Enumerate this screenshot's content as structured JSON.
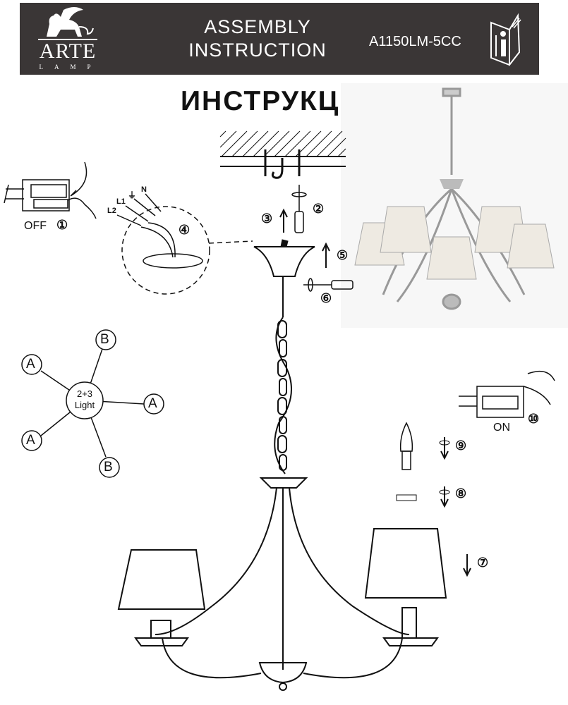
{
  "header": {
    "brand": "ARTE",
    "brand_sub": "LAMP",
    "title_line1": "ASSEMBLY",
    "title_line2": "INSTRUCTION",
    "model": "A1150LM-5CC",
    "manual_icon": "manual-info-icon"
  },
  "title": "ИНСТРУКЦИЯ",
  "switch_off": {
    "label": "OFF",
    "step": "①"
  },
  "switch_on": {
    "label": "ON",
    "step": "⑩"
  },
  "wiring": {
    "labels": [
      "L2",
      "L1",
      "N"
    ],
    "step": "④"
  },
  "steps": {
    "s2": "②",
    "s3": "③",
    "s5": "⑤",
    "s6": "⑥",
    "s7": "⑦",
    "s8": "⑧",
    "s9": "⑨"
  },
  "arm_diagram": {
    "center_line1": "2+3",
    "center_line2": "Light",
    "a": "A",
    "b": "B"
  }
}
